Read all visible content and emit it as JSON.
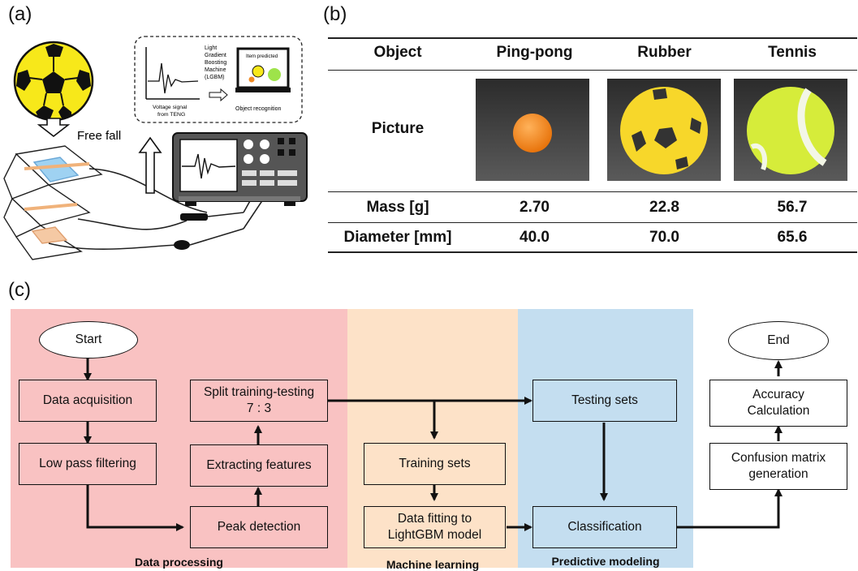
{
  "panels": {
    "a": "(a)",
    "b": "(b)",
    "c": "(c)"
  },
  "panel_a": {
    "free_fall": "Free fall",
    "model_name": [
      "Light",
      "Gradient",
      "Boosting",
      "Machine",
      "(LGBM)"
    ],
    "voltage_signal": [
      "Voltage signal",
      "from TENG"
    ],
    "item_predicted": "Item predicted",
    "object_recognition": "Object recognition"
  },
  "table": {
    "headers": [
      "Object",
      "Ping-pong",
      "Rubber",
      "Tennis"
    ],
    "picture_label": "Picture",
    "rows": [
      {
        "label": "Mass [g]",
        "values": [
          "2.70",
          "22.8",
          "56.7"
        ]
      },
      {
        "label": "Diameter [mm]",
        "values": [
          "40.0",
          "70.0",
          "65.6"
        ]
      }
    ]
  },
  "flow": {
    "start": "Start",
    "data_acquisition": "Data acquisition",
    "low_pass": "Low pass filtering",
    "peak_detection": "Peak detection",
    "extracting": "Extracting features",
    "split_line1": "Split training-testing",
    "split_line2": "7 : 3",
    "training_sets": "Training sets",
    "fitting_line1": "Data fitting to",
    "fitting_line2": "LightGBM model",
    "testing_sets": "Testing sets",
    "classification": "Classification",
    "confusion_line1": "Confusion matrix",
    "confusion_line2": "generation",
    "accuracy_line1": "Accuracy",
    "accuracy_line2": "Calculation",
    "end": "End",
    "band_labels": [
      "Data processing",
      "Machine learning",
      "Predictive modeling"
    ]
  },
  "colors": {
    "pink": "#f9c2c2",
    "peach": "#fde2c8",
    "blue": "#c4def0"
  }
}
